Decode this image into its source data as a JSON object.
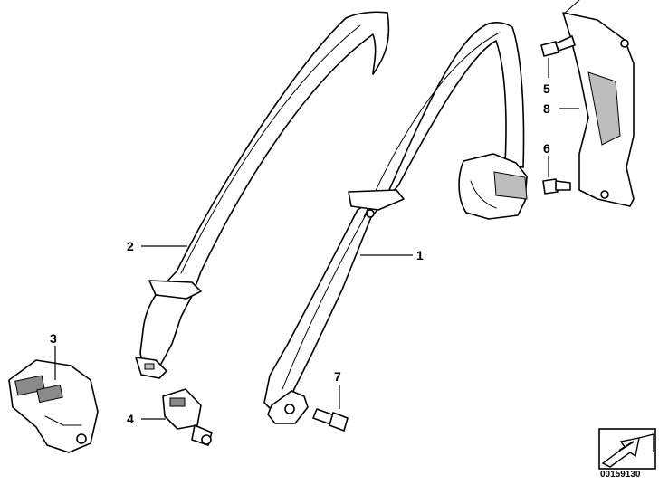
{
  "parts": [
    {
      "id": "part-1",
      "label": "1"
    },
    {
      "id": "part-2",
      "label": "2"
    },
    {
      "id": "part-3",
      "label": "3"
    },
    {
      "id": "part-4",
      "label": "4"
    },
    {
      "id": "part-5",
      "label": "5"
    },
    {
      "id": "part-6",
      "label": "6"
    },
    {
      "id": "part-7",
      "label": "7"
    },
    {
      "id": "part-8",
      "label": "8"
    }
  ],
  "diagram_code": "00159130",
  "icons": {
    "corner_badge": "arrow-into-box-icon"
  }
}
